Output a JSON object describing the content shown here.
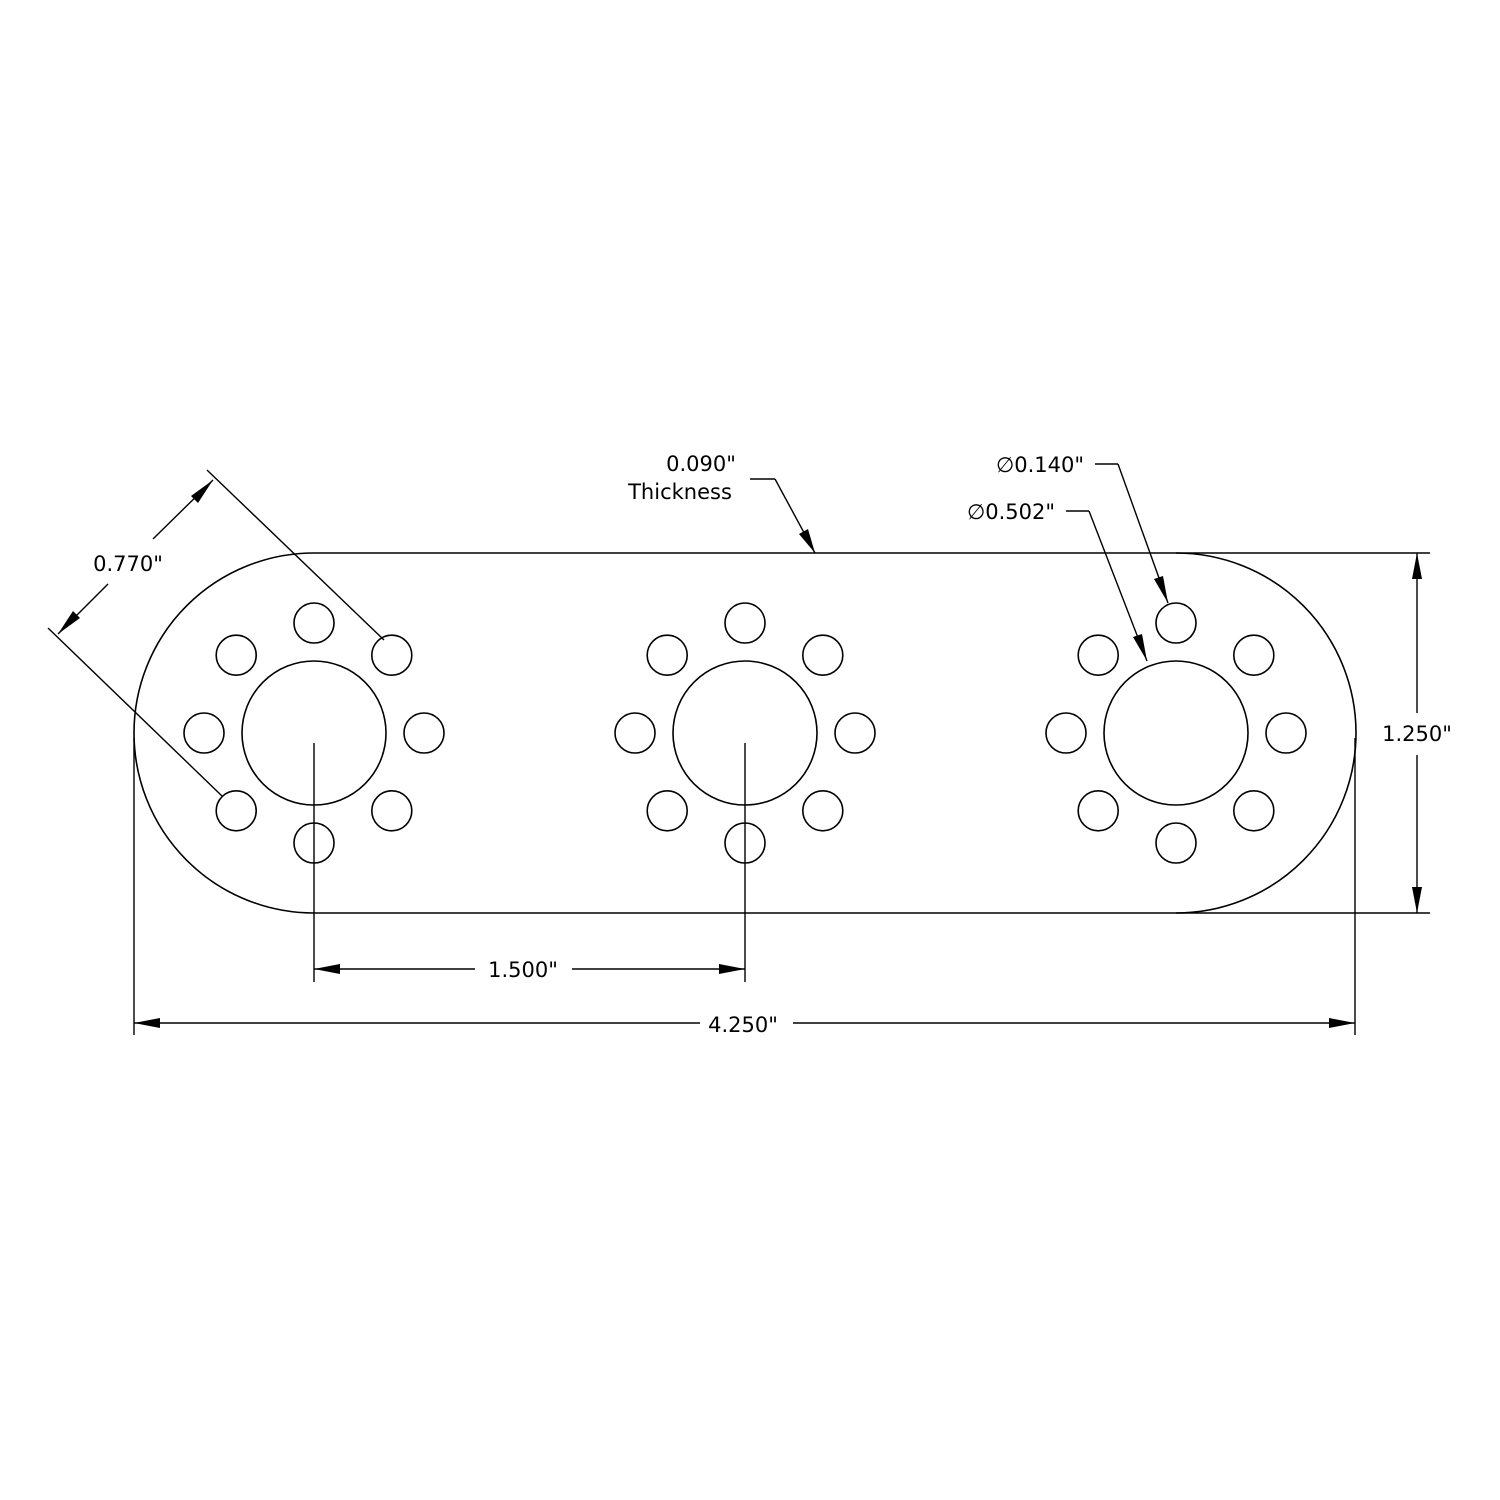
{
  "drawing": {
    "dimensions": {
      "thickness_value": "0.090\"",
      "thickness_label": "Thickness",
      "small_hole_diameter": "∅0.140\"",
      "center_hole_diameter": "∅0.502\"",
      "bolt_circle": "0.770\"",
      "height": "1.250\"",
      "hole_spacing": "1.500\"",
      "overall_length": "4.250\""
    }
  }
}
